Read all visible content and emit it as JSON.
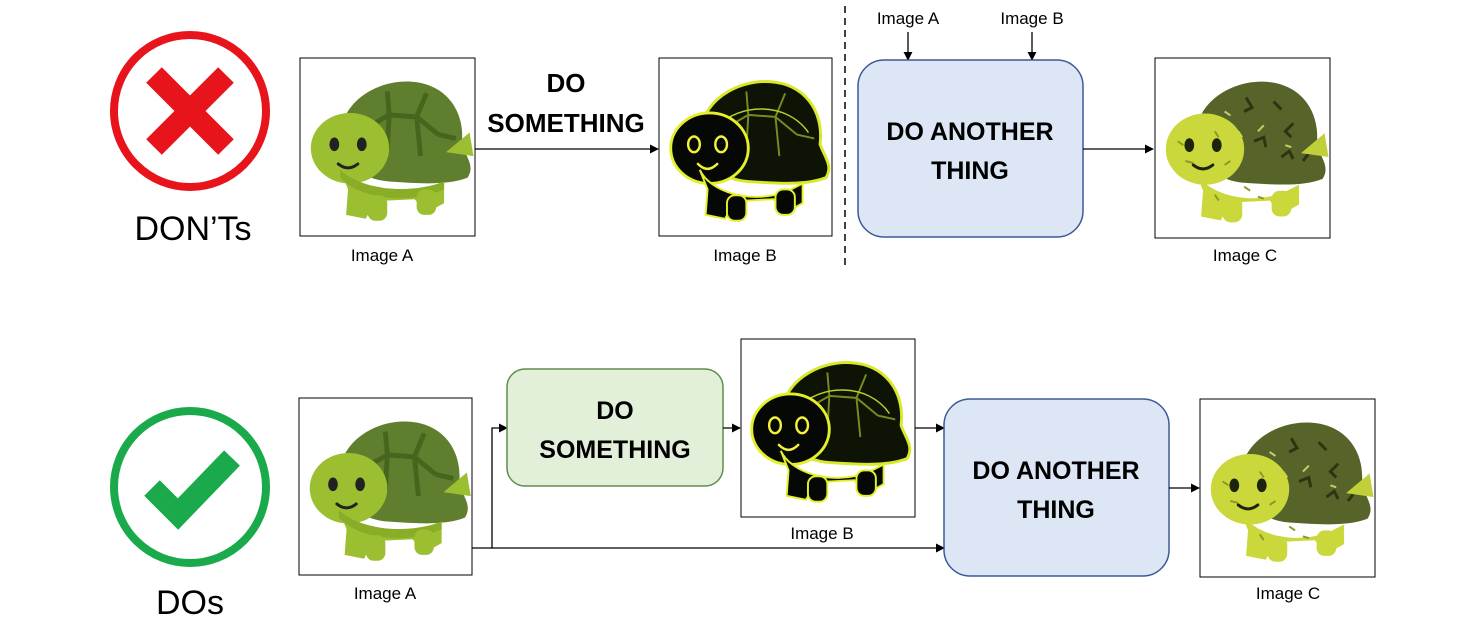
{
  "donts": {
    "title": "DON’Ts",
    "image_a_label": "Image A",
    "image_b_label": "Image B",
    "image_c_label": "Image C",
    "step1_line1": "DO",
    "step1_line2": "SOMETHING",
    "step2_line1": "DO ANOTHER",
    "step2_line2": "THING",
    "input_a_label": "Image A",
    "input_b_label": "Image B"
  },
  "dos": {
    "title": "DOs",
    "image_a_label": "Image A",
    "image_b_label": "Image B",
    "image_c_label": "Image C",
    "step1_line1": "DO",
    "step1_line2": "SOMETHING",
    "step2_line1": "DO ANOTHER",
    "step2_line2": "THING"
  },
  "colors": {
    "cross_red": "#e8141c",
    "check_green": "#1aaa4b",
    "blue_box": "#dce6f5",
    "blue_border": "#3c5a96",
    "green_box": "#e2efd9",
    "green_border": "#5f8e4a"
  },
  "icons": [
    "cross-icon",
    "checkmark-icon",
    "turtle-icon"
  ]
}
